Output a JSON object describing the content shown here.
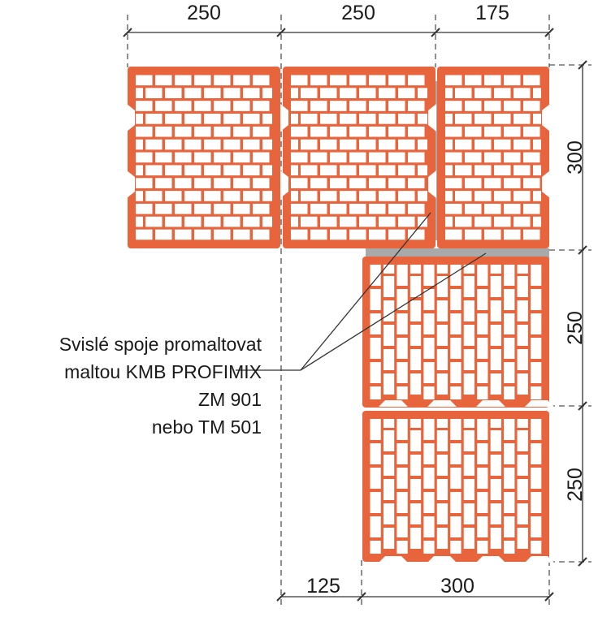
{
  "dimensions": {
    "top": [
      "250",
      "250",
      "175"
    ],
    "right": [
      "300",
      "250",
      "250"
    ],
    "bottom": [
      "125",
      "300"
    ]
  },
  "annotation": {
    "lines": [
      "Svislé spoje promaltovat",
      "maltou KMB PROFIMIX",
      "ZM 901",
      "nebo TM 501"
    ]
  },
  "colors": {
    "brick": "#e8643c",
    "mortar": "#a7a7a7",
    "line": "#333333",
    "text": "#1a1a1a"
  }
}
